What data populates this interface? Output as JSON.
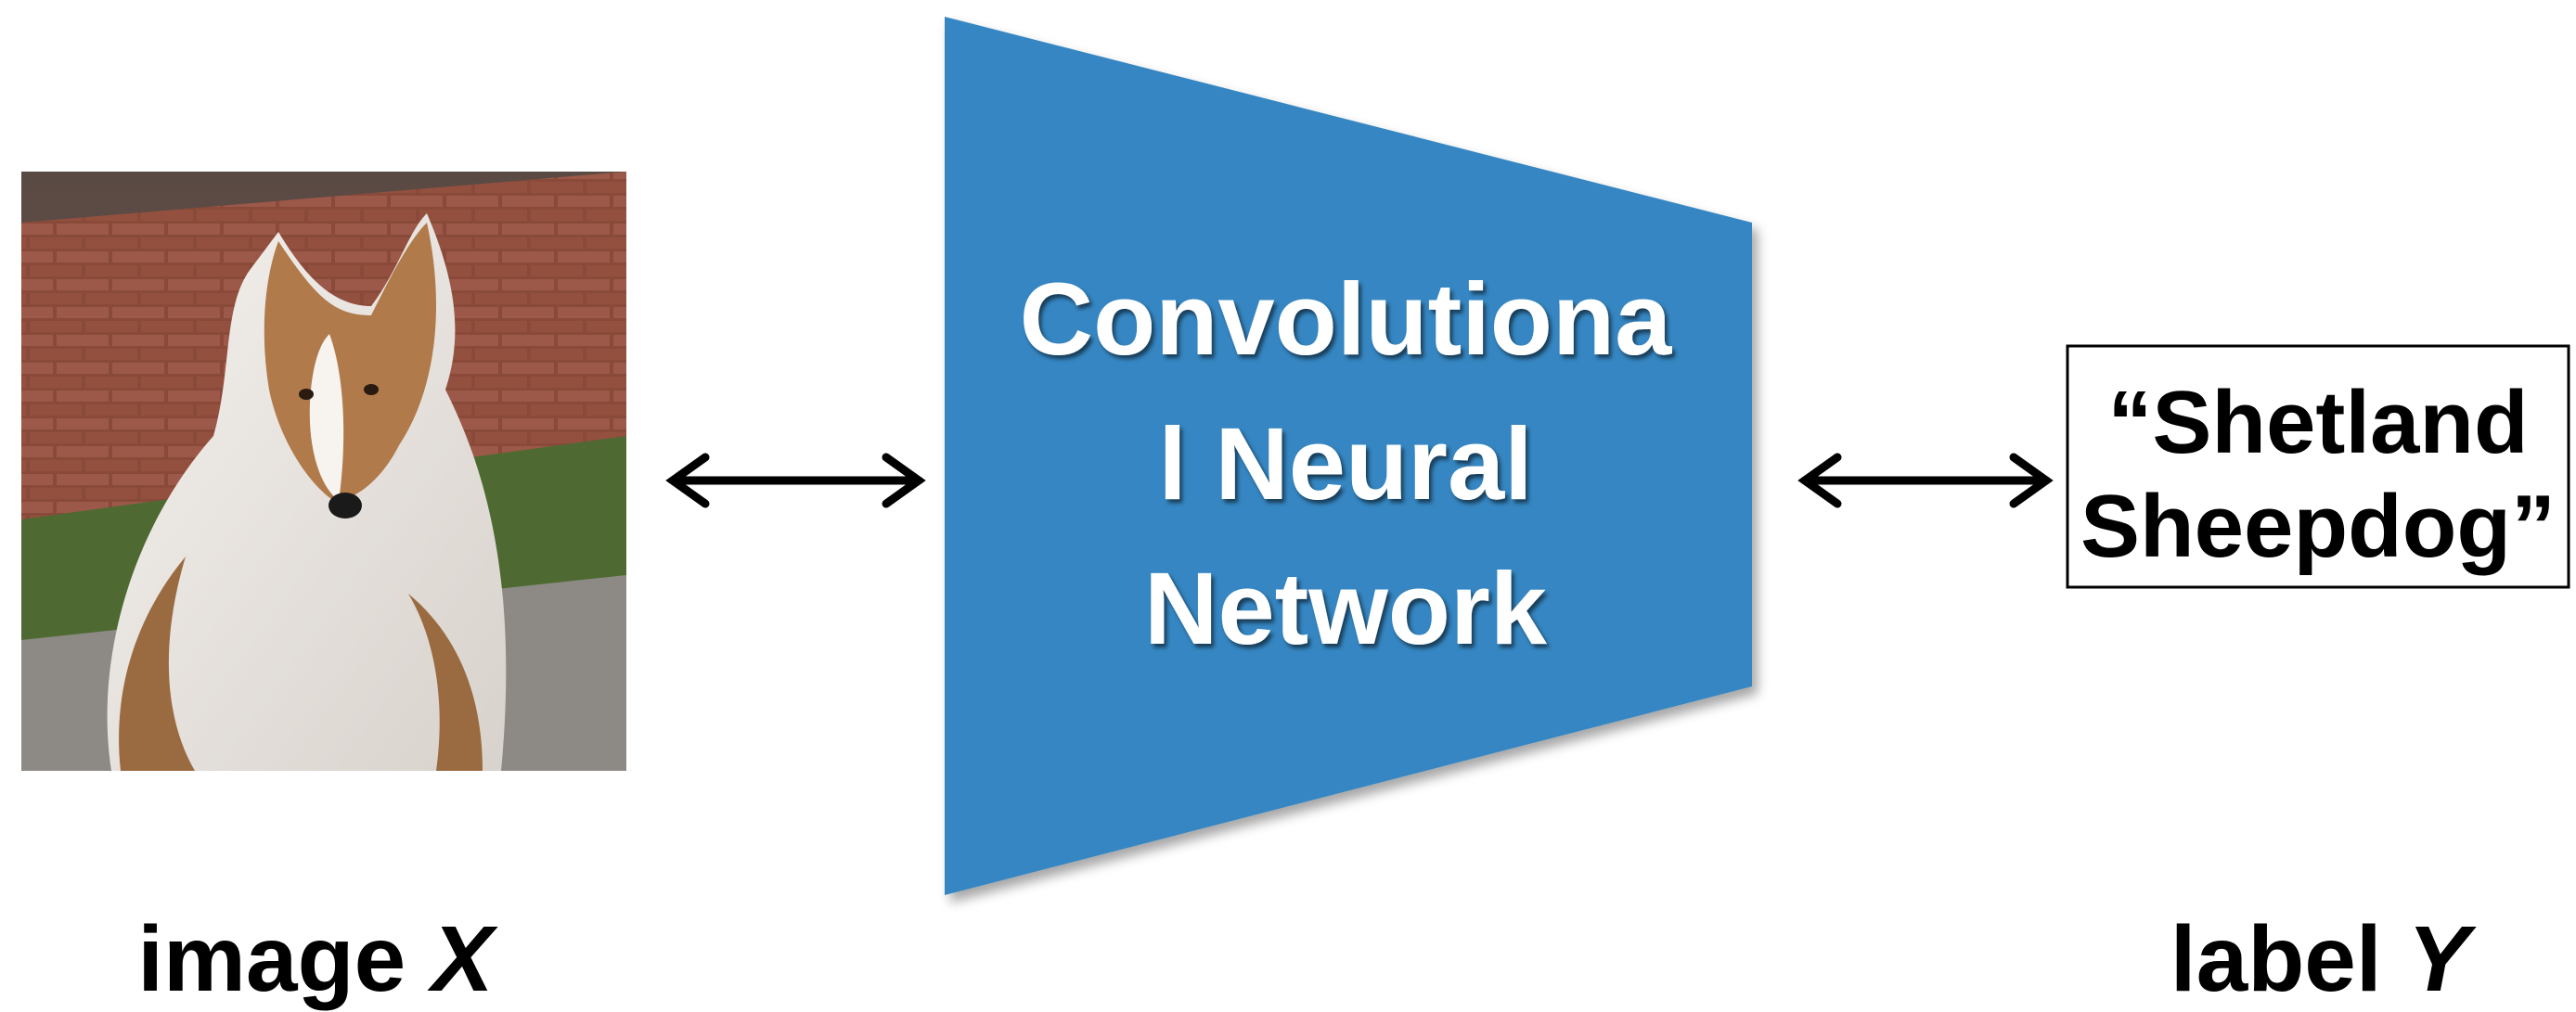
{
  "network": {
    "lines": [
      "Convolutiona",
      "l Neural",
      "Network"
    ],
    "color": "#3586c2",
    "text_color": "#ffffff"
  },
  "input": {
    "label_word": "image",
    "label_var": "X",
    "image_subject": "shetland-sheepdog-photo"
  },
  "output": {
    "box_lines": [
      "“Shetland",
      "Sheepdog”"
    ],
    "label_word": "label",
    "label_var": "Y"
  },
  "arrows": {
    "type": "bidirectional",
    "color": "#000000"
  }
}
